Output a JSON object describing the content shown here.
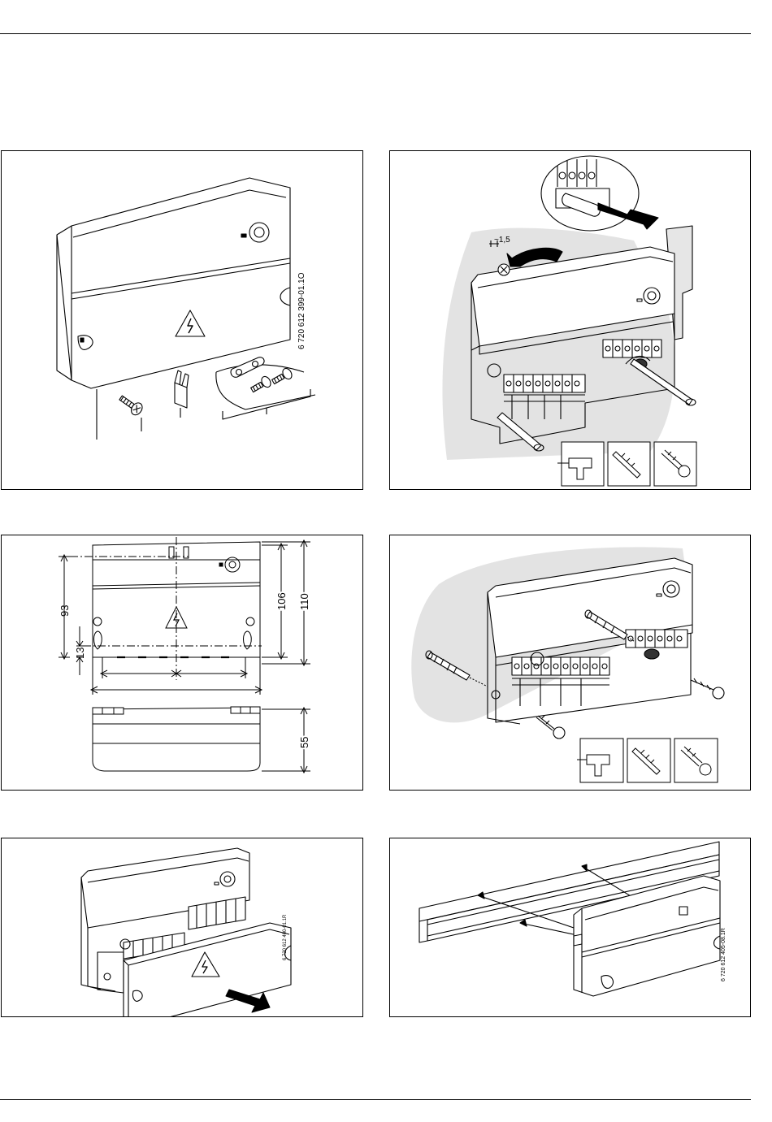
{
  "figures": {
    "fig1": {
      "part_number": "6 720 612 399-01.1O"
    },
    "fig2": {
      "dimension": "~1,5",
      "tool_icons": [
        "drill-icon",
        "wall-plug-icon",
        "screw-icon"
      ]
    },
    "fig3": {
      "dimensions": {
        "height_total": "110",
        "height_inner": "106",
        "hole_spacing": "93",
        "bottom_offset": "13",
        "depth": "55"
      }
    },
    "fig4": {
      "tool_icons": [
        "drill-icon",
        "wall-plug-icon",
        "screw-icon"
      ]
    },
    "fig5": {
      "part_number": "6 720 612 400-01.1R"
    },
    "fig6": {
      "part_number": "6 720 612 405-08.1R"
    }
  }
}
